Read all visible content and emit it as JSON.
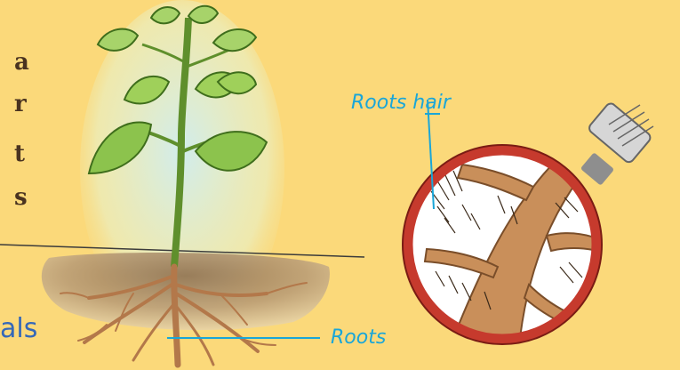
{
  "page": {
    "text_fragments": [
      "a",
      "r",
      "t",
      "s"
    ],
    "heading_fragment": "als"
  },
  "labels": {
    "roots_hair": "Roots hair",
    "roots": "Roots"
  },
  "colors": {
    "background": "#fbd97a",
    "label": "#1aa6d8",
    "heading": "#3568b8",
    "text": "#4a3320",
    "root": "#c98f5a",
    "leaf": "#8cc34d",
    "magnifier_ring": "#c63a2d"
  },
  "icons": [
    "bean-plant-illustration",
    "magnifying-glass-illustration"
  ]
}
